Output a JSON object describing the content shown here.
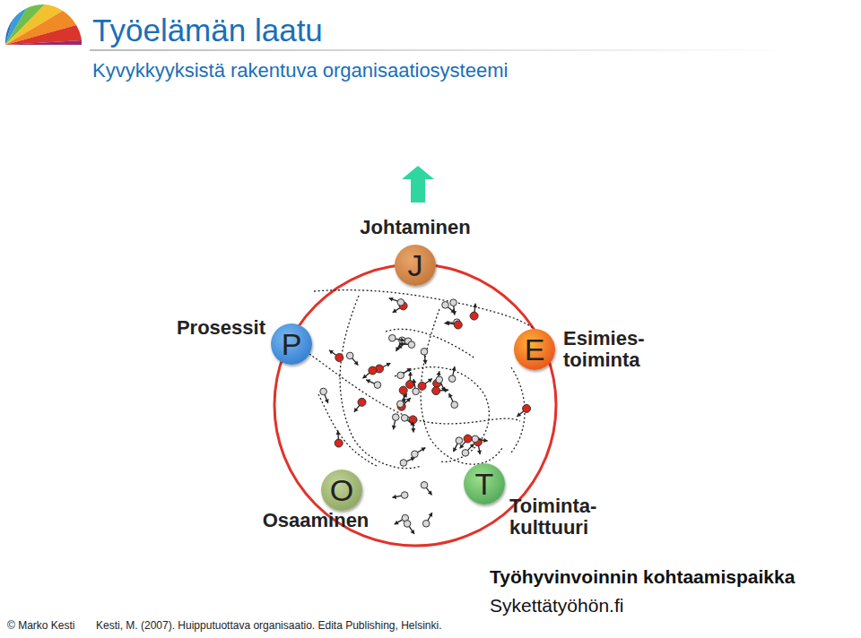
{
  "diagram": {
    "title": "Työelämän laatu",
    "caption": "Kesti, M. (2007). Huipputuottava organisaatio. Edita Publishing, Helsinki.",
    "nodes": [
      {
        "text": [
          "J",
          "Johtaminen"
        ]
      },
      {
        "text": [
          "P",
          "Prosessit"
        ]
      },
      {
        "text": [
          "E",
          "Esimies- toiminta"
        ]
      },
      {
        "text": [
          "O",
          "Osaaminen"
        ]
      },
      {
        "text": [
          "T",
          "Toiminta- kulttuuri"
        ]
      }
    ],
    "labels": [
      "Kyvykkyyksistä rakentuva organisaatiosysteemi",
      "© Marko Kesti",
      "Työhyvinvoinnin kohtaamispaikka",
      "Sykettätyöhön.fi"
    ]
  }
}
